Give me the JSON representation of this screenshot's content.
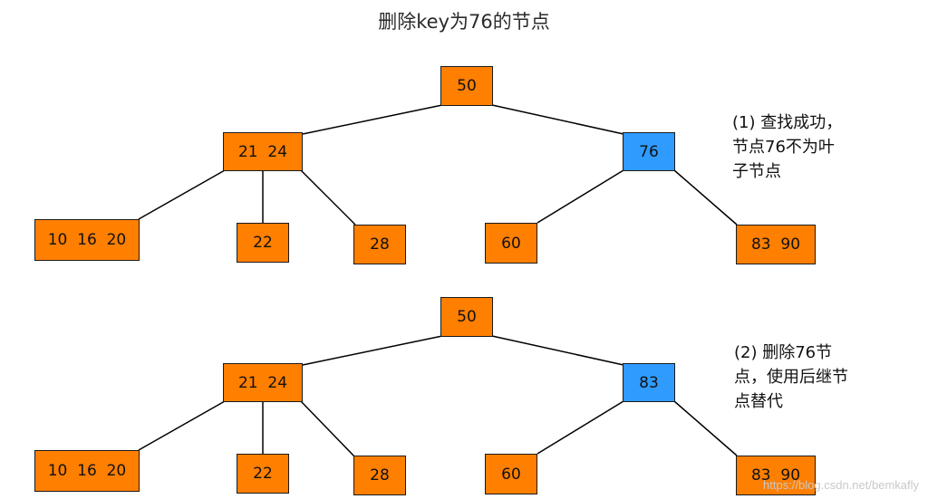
{
  "title": "删除key为76的节点",
  "colors": {
    "normal": "#ff7f00",
    "highlight": "#2f9bff"
  },
  "trees": [
    {
      "nodes": [
        {
          "id": "root",
          "label": "50",
          "style": "normal"
        },
        {
          "id": "left",
          "label": "21  24",
          "style": "normal"
        },
        {
          "id": "right",
          "label": "76",
          "style": "highlight"
        },
        {
          "id": "ll",
          "label": "10  16  20",
          "style": "normal"
        },
        {
          "id": "lm",
          "label": "22",
          "style": "normal"
        },
        {
          "id": "lr",
          "label": "28",
          "style": "normal"
        },
        {
          "id": "rl",
          "label": "60",
          "style": "normal"
        },
        {
          "id": "rr",
          "label": "83  90",
          "style": "normal"
        }
      ],
      "note": "(1) 查找成功，\n节点76不为叶\n子节点"
    },
    {
      "nodes": [
        {
          "id": "root",
          "label": "50",
          "style": "normal"
        },
        {
          "id": "left",
          "label": "21  24",
          "style": "normal"
        },
        {
          "id": "right",
          "label": "83",
          "style": "highlight"
        },
        {
          "id": "ll",
          "label": "10  16  20",
          "style": "normal"
        },
        {
          "id": "lm",
          "label": "22",
          "style": "normal"
        },
        {
          "id": "lr",
          "label": "28",
          "style": "normal"
        },
        {
          "id": "rl",
          "label": "60",
          "style": "normal"
        },
        {
          "id": "rr",
          "label": "83  90",
          "style": "normal"
        }
      ],
      "note": "(2) 删除76节\n点，使用后继节\n点替代"
    }
  ],
  "watermark": "https://blog.csdn.net/bemkafly"
}
